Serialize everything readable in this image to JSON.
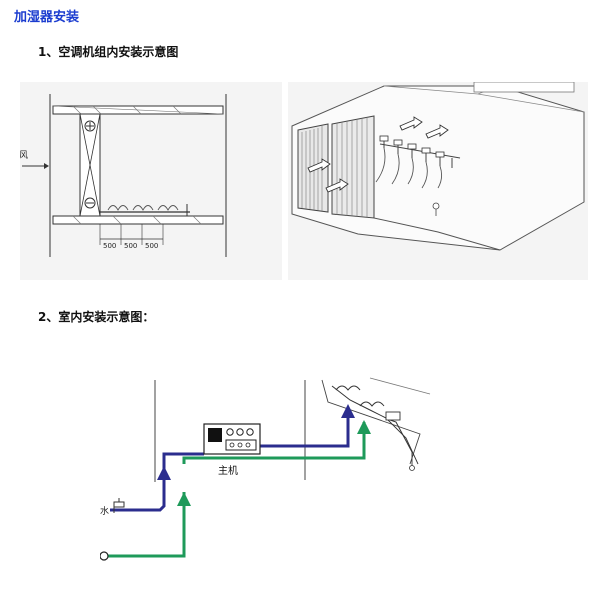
{
  "page": {
    "title": "加湿器安装",
    "title_color": "#1b3ccf"
  },
  "sections": [
    {
      "heading": "1、空调机组内安装示意图"
    },
    {
      "heading": "2、室内安装示意图："
    }
  ],
  "figure_duct_section": {
    "airflow_label": "进风",
    "dimensions": [
      "500",
      "500",
      "500"
    ],
    "icons": [
      "plus-symbol",
      "minus-symbol"
    ]
  },
  "figure_room_install": {
    "unit_label": "主机",
    "water_label": "水",
    "colors": {
      "steam_pipe": "#2b2d8e",
      "water_pipe": "#1e9a5a"
    }
  }
}
